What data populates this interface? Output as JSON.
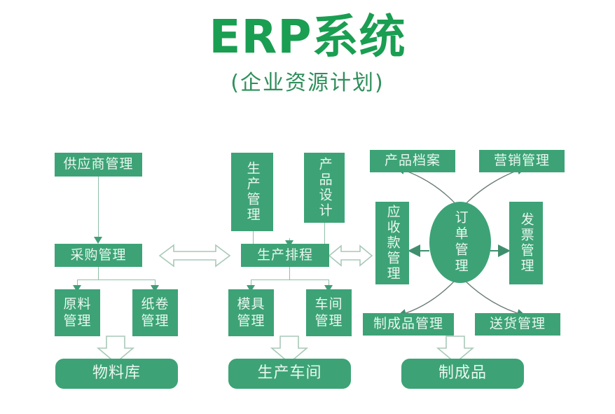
{
  "title": {
    "main": "ERP系统",
    "sub": "(企业资源计划)",
    "main_color": "#1a9e52",
    "sub_color": "#2f8f5b"
  },
  "theme": {
    "node_fill": "#3da376",
    "node_text": "#eaf7ef",
    "connector": "#8fbfa8",
    "arrow_outline": "#9ec6b2",
    "background": "#ffffff"
  },
  "diagram": {
    "type": "flowchart",
    "columns": [
      {
        "name": "procurement",
        "nodes": [
          "supplier_mgmt",
          "purchasing_mgmt",
          "raw_material_mgmt",
          "paper_roll_mgmt",
          "material_warehouse"
        ]
      },
      {
        "name": "production",
        "nodes": [
          "production_mgmt",
          "product_design",
          "production_scheduling",
          "mold_mgmt",
          "workshop_mgmt",
          "production_workshop"
        ]
      },
      {
        "name": "sales",
        "nodes": [
          "product_archive",
          "marketing_mgmt",
          "receivables_mgmt",
          "order_mgmt",
          "invoice_mgmt",
          "finished_goods_mgmt",
          "delivery_mgmt",
          "finished_goods"
        ]
      }
    ],
    "nodes": {
      "supplier_mgmt": {
        "label": "供应商管理",
        "shape": "flat"
      },
      "purchasing_mgmt": {
        "label": "采购管理",
        "shape": "flat"
      },
      "raw_material_mgmt": {
        "label": "原料管理",
        "shape": "twoline"
      },
      "paper_roll_mgmt": {
        "label": "纸卷管理",
        "shape": "twoline"
      },
      "material_warehouse": {
        "label": "物料库",
        "shape": "rounded"
      },
      "production_mgmt": {
        "label": "生产管理",
        "shape": "vertical"
      },
      "product_design": {
        "label": "产品设计",
        "shape": "vertical"
      },
      "production_scheduling": {
        "label": "生产排程",
        "shape": "flat"
      },
      "mold_mgmt": {
        "label": "模具管理",
        "shape": "twoline"
      },
      "workshop_mgmt": {
        "label": "车间管理",
        "shape": "twoline"
      },
      "production_workshop": {
        "label": "生产车间",
        "shape": "rounded"
      },
      "product_archive": {
        "label": "产品档案",
        "shape": "flat"
      },
      "marketing_mgmt": {
        "label": "营销管理",
        "shape": "flat"
      },
      "receivables_mgmt": {
        "label": "应收款管理",
        "shape": "vertical"
      },
      "order_mgmt": {
        "label": "订单管理",
        "shape": "ellipse"
      },
      "invoice_mgmt": {
        "label": "发票管理",
        "shape": "vertical"
      },
      "finished_goods_mgmt": {
        "label": "制成品管理",
        "shape": "flat"
      },
      "delivery_mgmt": {
        "label": "送货管理",
        "shape": "flat"
      },
      "finished_goods": {
        "label": "制成品",
        "shape": "rounded"
      }
    },
    "connections": [
      {
        "from": "supplier_mgmt",
        "to": "purchasing_mgmt",
        "style": "line-arrow-down"
      },
      {
        "from": "purchasing_mgmt",
        "to": "raw_material_mgmt",
        "style": "line-arrow-down"
      },
      {
        "from": "purchasing_mgmt",
        "to": "paper_roll_mgmt",
        "style": "line-arrow-down"
      },
      {
        "from": "raw_material_mgmt",
        "to": "material_warehouse",
        "style": "hollow-down"
      },
      {
        "from": "production_mgmt",
        "to": "production_scheduling",
        "style": "line-arrow-down"
      },
      {
        "from": "product_design",
        "to": "production_scheduling",
        "style": "line-arrow-down"
      },
      {
        "from": "production_scheduling",
        "to": "mold_mgmt",
        "style": "line-arrow-down"
      },
      {
        "from": "production_scheduling",
        "to": "workshop_mgmt",
        "style": "line-arrow-down"
      },
      {
        "from": "mold_mgmt",
        "to": "production_workshop",
        "style": "hollow-down"
      },
      {
        "from": "purchasing_mgmt",
        "to": "production_scheduling",
        "style": "hollow-bidirectional"
      },
      {
        "from": "production_scheduling",
        "to": "receivables_mgmt",
        "style": "hollow-bidirectional"
      },
      {
        "from": "order_mgmt",
        "to": "receivables_mgmt",
        "style": "solid-arrow-left"
      },
      {
        "from": "order_mgmt",
        "to": "invoice_mgmt",
        "style": "solid-arrow-right"
      },
      {
        "from": "order_mgmt",
        "to": "product_archive",
        "style": "curved-arrow-up-left"
      },
      {
        "from": "order_mgmt",
        "to": "marketing_mgmt",
        "style": "curved-arrow-up-right"
      },
      {
        "from": "order_mgmt",
        "to": "finished_goods_mgmt",
        "style": "curved-arrow-down-left"
      },
      {
        "from": "order_mgmt",
        "to": "delivery_mgmt",
        "style": "curved-arrow-down-right"
      },
      {
        "from": "finished_goods_mgmt",
        "to": "finished_goods",
        "style": "hollow-down"
      }
    ]
  }
}
